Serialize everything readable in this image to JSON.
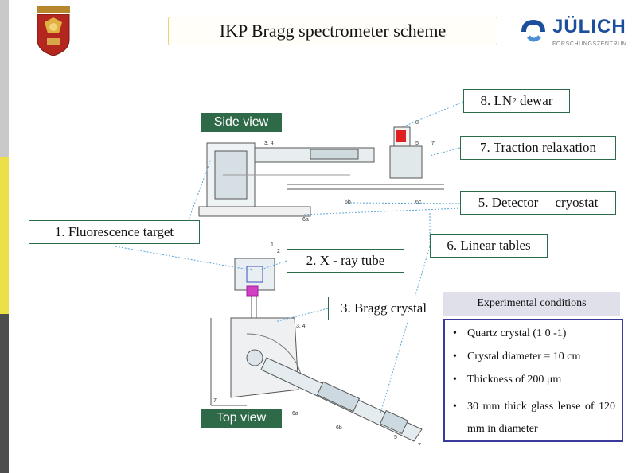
{
  "title": "IKP Bragg  spectrometer scheme",
  "logo": {
    "name": "JÜLICH",
    "subtitle": "FORSCHUNGSZENTRUM"
  },
  "views": {
    "side": "Side view",
    "top": "Top view"
  },
  "callouts": {
    "ln2_dewar": "8.  LN",
    "ln2_sub": "2",
    "ln2_suffix": " dewar",
    "traction": "7. Traction  relaxation",
    "detector": "5. Detector     cryostat",
    "fluorescence": "1. Fluorescence target",
    "linear_tables": "6. Linear tables",
    "xray_tube": "2. X - ray tube",
    "bragg_crystal": "3. Bragg crystal"
  },
  "conditions": {
    "heading": "Experimental conditions",
    "items": [
      "Quartz crystal (1 0 -1)",
      "Crystal diameter = 10 cm",
      "Thickness of 200 μm",
      "30 mm thick glass lense of 120 mm in diameter"
    ]
  },
  "drawing_labels": {
    "side": [
      "3, 4",
      "8",
      "5",
      "7",
      "6b",
      "6c",
      "6a"
    ],
    "top": [
      "1",
      "2",
      "3, 4",
      "7",
      "6a",
      "6b",
      "5",
      "7"
    ]
  },
  "colors": {
    "tag_green": "#2f6a48",
    "box_border": "#2a6c4a",
    "conditions_border": "#3a3a9a",
    "dewar_red": "#e02020",
    "julich_blue": "#1b4f9c"
  }
}
